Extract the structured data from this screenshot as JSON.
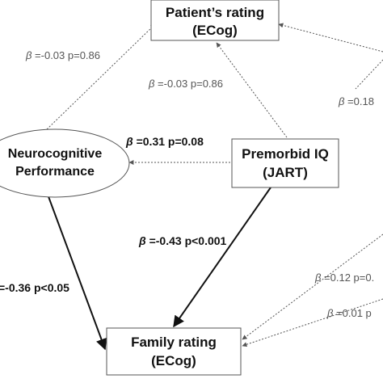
{
  "nodes": {
    "patient_rating": {
      "line1": "Patient’s rating",
      "line2": "(ECog)"
    },
    "family_rating": {
      "line1": "Family rating",
      "line2": "(ECog)"
    },
    "premorbid_iq": {
      "line1": "Premorbid IQ",
      "line2": "(JART)"
    },
    "neurocognitive": {
      "line1": "Neurocognitive",
      "line2": "Performance"
    }
  },
  "edges": {
    "neuro_to_patient": {
      "beta": "β",
      "text": " =-0.03 p=0.86",
      "significant": false
    },
    "iq_to_patient": {
      "beta": "β",
      "text": " =-0.03 p=0.86",
      "significant": false
    },
    "iq_to_neuro": {
      "beta": "β",
      "text": " =0.31 p=0.08",
      "significant": false
    },
    "iq_to_family": {
      "beta": "β",
      "text": " =-0.43 p<0.001",
      "significant": true
    },
    "neuro_to_family": {
      "beta": "",
      "text": "=-0.36 p<0.05",
      "significant": true
    },
    "right_to_patient": {
      "beta": "β",
      "text": " =0.18",
      "significant": false
    },
    "right_to_family_1": {
      "beta": "β",
      "text": " =0.12 p=0.",
      "significant": false
    },
    "right_to_family_2": {
      "beta": "β",
      "text": " =0.01 p",
      "significant": false
    }
  },
  "colors": {
    "solid_arrow": "#111111",
    "dotted_arrow": "#555555",
    "node_border": "#555555"
  }
}
